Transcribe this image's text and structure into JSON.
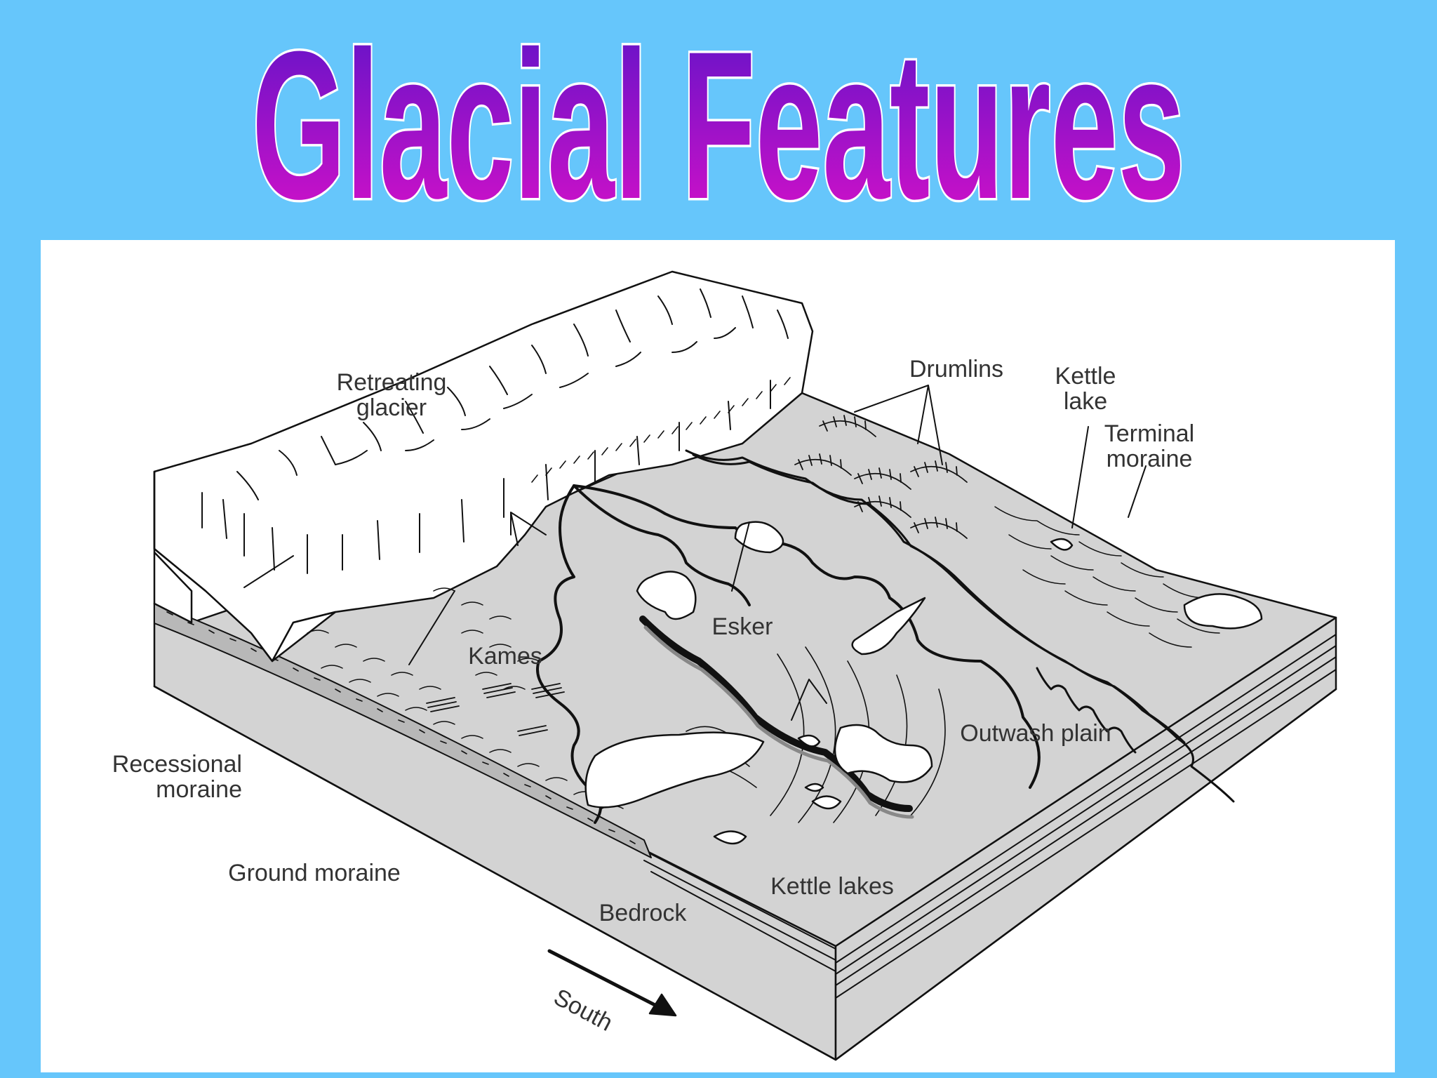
{
  "title": "Glacial Features",
  "colors": {
    "background": "#66c6fb",
    "title_gradient_top": "#5a14c8",
    "title_gradient_bottom": "#dc10c8",
    "panel": "#ffffff",
    "ground": "#d3d3d3",
    "ice": "#ffffff",
    "line": "#111111"
  },
  "labels": {
    "retreating_glacier_1": "Retreating",
    "retreating_glacier_2": "glacier",
    "drumlins": "Drumlins",
    "kettle_lake_1": "Kettle",
    "kettle_lake_2": "lake",
    "terminal_moraine_1": "Terminal",
    "terminal_moraine_2": "moraine",
    "esker": "Esker",
    "kames": "Kames",
    "outwash_plain": "Outwash plain",
    "recessional_moraine_1": "Recessional",
    "recessional_moraine_2": "moraine",
    "ground_moraine": "Ground moraine",
    "bedrock": "Bedrock",
    "kettle_lakes": "Kettle lakes",
    "south": "South"
  }
}
